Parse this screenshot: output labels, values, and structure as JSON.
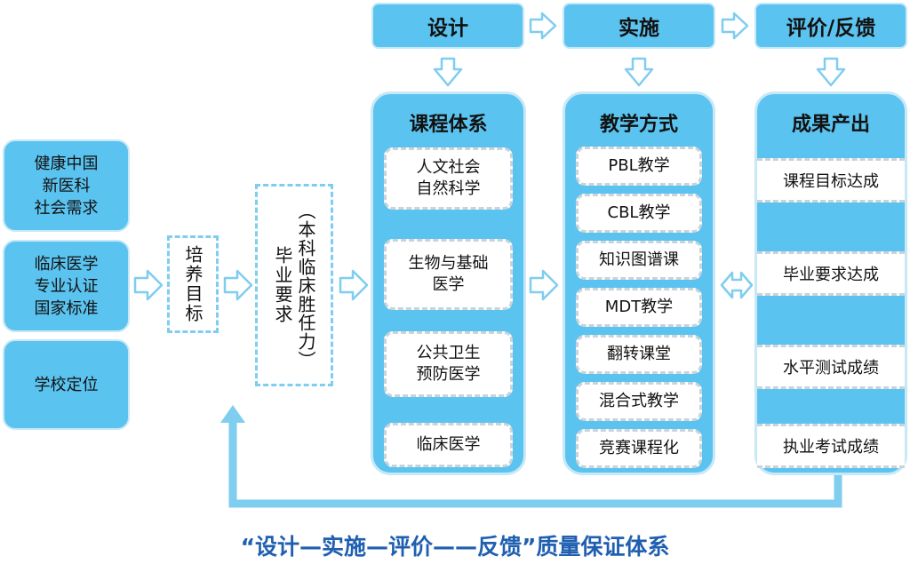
{
  "stages": {
    "design": "设计",
    "implement": "实施",
    "feedback": "评价/反馈"
  },
  "left_inputs": [
    "健康中国\n新医科\n社会需求",
    "临床医学\n专业认证\n国家标准",
    "学校定位"
  ],
  "training_goal": "培养目标",
  "graduation_req": {
    "title": "毕业要求",
    "sub": "（本科临床胜任力）"
  },
  "curriculum": {
    "title": "课程体系",
    "items": [
      "人文社会\n自然科学",
      "生物与基础\n医学",
      "公共卫生\n预防医学",
      "临床医学"
    ]
  },
  "teaching": {
    "title": "教学方式",
    "items": [
      "PBL教学",
      "CBL教学",
      "知识图谱课",
      "MDT教学",
      "翻转课堂",
      "混合式教学",
      "竞赛课程化"
    ]
  },
  "outcomes": {
    "title": "成果产出",
    "items": [
      "课程目标达成",
      "毕业要求达成",
      "水平测试成绩",
      "执业考试成绩"
    ]
  },
  "caption": "“设计—实施—评价——反馈”质量保证体系",
  "colors": {
    "box_fill": "#5bc3ef",
    "box_border": "#c6e8f7",
    "dashed_border": "#c9d3da",
    "arrow": "#7fcdef",
    "caption": "#1f5fb0"
  }
}
